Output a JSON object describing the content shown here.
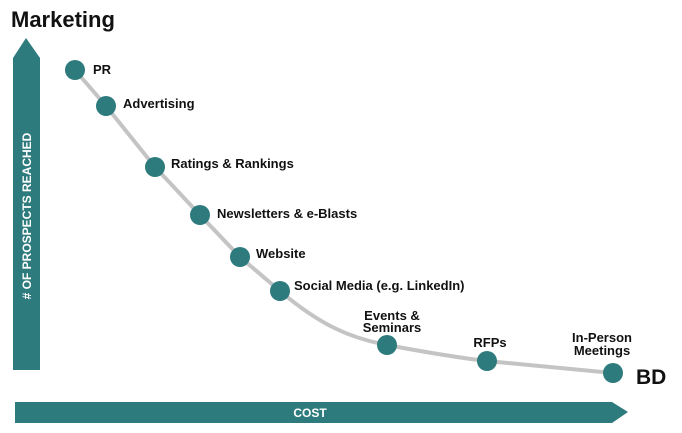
{
  "title_top": "Marketing",
  "title_bottom": "BD",
  "y_axis_label": "# OF PROSPECTS REACHED",
  "x_axis_label": "COST",
  "colors": {
    "accent": "#2e7b7e",
    "curve": "#c4c4c4",
    "text": "#111111"
  },
  "points": [
    {
      "label": "PR"
    },
    {
      "label": "Advertising"
    },
    {
      "label": "Ratings & Rankings"
    },
    {
      "label": "Newsletters & e-Blasts"
    },
    {
      "label": "Website"
    },
    {
      "label": "Social Media (e.g. LinkedIn)"
    },
    {
      "label_lines": [
        "Events &",
        "Seminars"
      ]
    },
    {
      "label": "RFPs"
    },
    {
      "label_lines": [
        "In-Person",
        "Meetings"
      ]
    }
  ]
}
